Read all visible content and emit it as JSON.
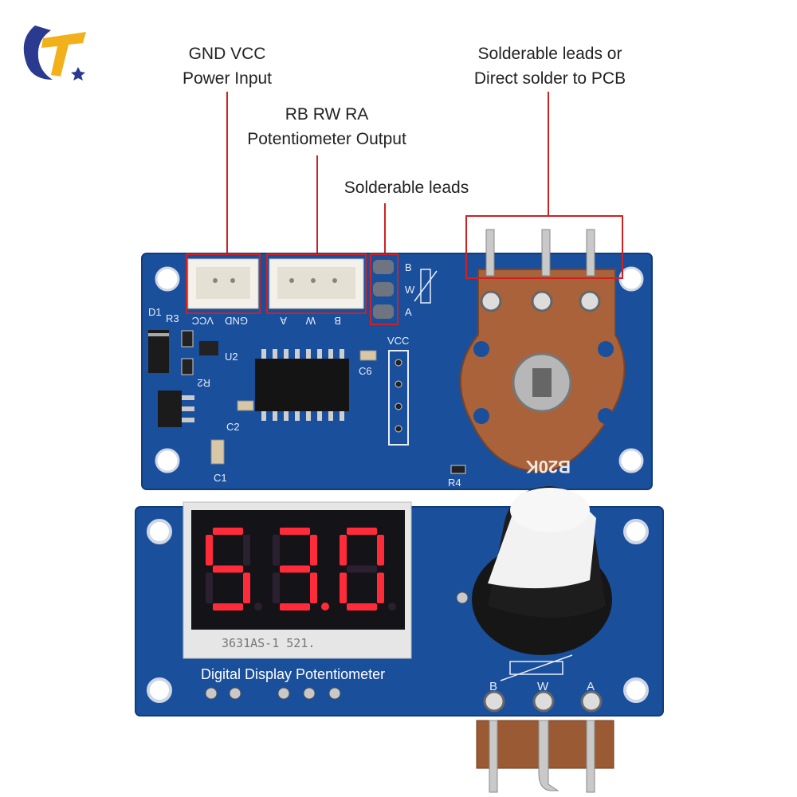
{
  "brand": {
    "logo": "tt-logo-icon"
  },
  "callouts": {
    "power": {
      "line1": "GND VCC",
      "line2": "Power Input"
    },
    "pot_output": {
      "line1": "RB RW RA",
      "line2": "Potentiometer Output"
    },
    "solder_leads": {
      "line1": "Solderable leads"
    },
    "pcb_solder": {
      "line1": "Solderable leads or",
      "line2": "Direct solder to PCB"
    }
  },
  "top_board": {
    "silk": {
      "vcc": "VCC",
      "gnd": "GND",
      "a": "A",
      "w": "W",
      "b": "B",
      "vcc2": "VCC",
      "d1": "D1",
      "r3": "R3",
      "r2": "R2",
      "u2": "U2",
      "c1": "C1",
      "c2": "C2",
      "c6": "C6",
      "r4": "R4",
      "side_b": "B",
      "side_w": "W",
      "side_a": "A"
    },
    "pot_marking": "B20K",
    "color": "#1a4f9c"
  },
  "bottom_board": {
    "display_digits": "53.0",
    "display_part": "3631AS-1 521.",
    "title": "Digital Display Potentiometer",
    "pin_b": "B",
    "pin_w": "W",
    "pin_a": "A",
    "color": "#1a4f9c"
  },
  "colors": {
    "highlight": "#d02020",
    "board": "#1a4f9c",
    "led": "#ff2a3a"
  }
}
